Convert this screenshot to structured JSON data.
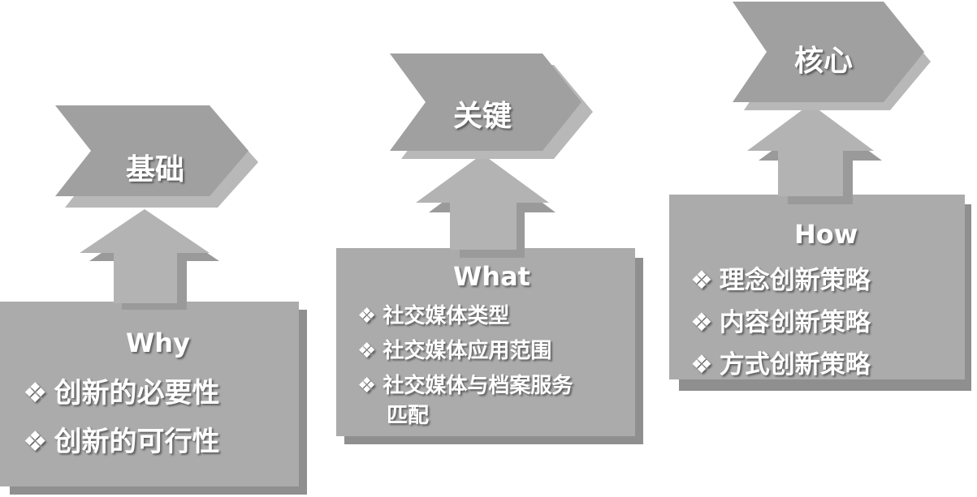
{
  "bullet_symbol": "❖",
  "colors": {
    "chevron": "#9c9c9c",
    "chevron_shadow": "#b9b9b9",
    "box": "#a9a9a9",
    "box_shadow": "#8a8a8a",
    "text": "#ffffff"
  },
  "columns": [
    {
      "id": "foundation",
      "chevron_label": "基础",
      "question": "Why",
      "bullets": [
        "创新的必要性",
        "创新的可行性"
      ]
    },
    {
      "id": "key",
      "chevron_label": "关键",
      "question": "What",
      "bullets": [
        "社交媒体类型",
        "社交媒体应用范围",
        "社交媒体与档案服务",
        "匹配"
      ]
    },
    {
      "id": "core",
      "chevron_label": "核心",
      "question": "How",
      "bullets": [
        "理念创新策略",
        "内容创新策略",
        "方式创新策略"
      ]
    }
  ]
}
